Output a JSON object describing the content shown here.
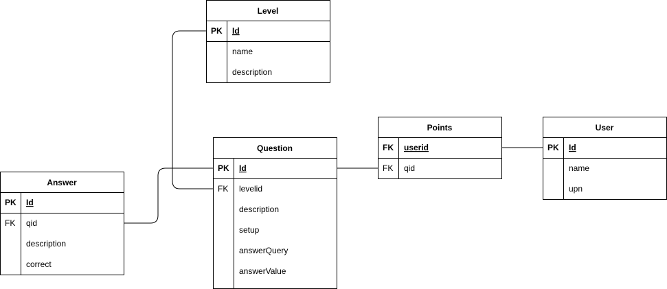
{
  "entities": {
    "level": {
      "title": "Level",
      "rows": [
        {
          "key": "PK",
          "field": "Id"
        },
        {
          "key": "",
          "field": "name"
        },
        {
          "key": "",
          "field": "description"
        }
      ]
    },
    "question": {
      "title": "Question",
      "rows": [
        {
          "key": "PK",
          "field": "Id"
        },
        {
          "key": "FK",
          "field": "levelid"
        },
        {
          "key": "",
          "field": "description"
        },
        {
          "key": "",
          "field": "setup"
        },
        {
          "key": "",
          "field": "answerQuery"
        },
        {
          "key": "",
          "field": "answerValue"
        }
      ]
    },
    "answer": {
      "title": "Answer",
      "rows": [
        {
          "key": "PK",
          "field": "Id"
        },
        {
          "key": "FK",
          "field": "qid"
        },
        {
          "key": "",
          "field": "description"
        },
        {
          "key": "",
          "field": "correct"
        }
      ]
    },
    "points": {
      "title": "Points",
      "rows": [
        {
          "key": "FK",
          "field": "userid"
        },
        {
          "key": "FK",
          "field": "qid"
        }
      ]
    },
    "user": {
      "title": "User",
      "rows": [
        {
          "key": "PK",
          "field": "Id"
        },
        {
          "key": "",
          "field": "name"
        },
        {
          "key": "",
          "field": "upn"
        }
      ]
    }
  }
}
